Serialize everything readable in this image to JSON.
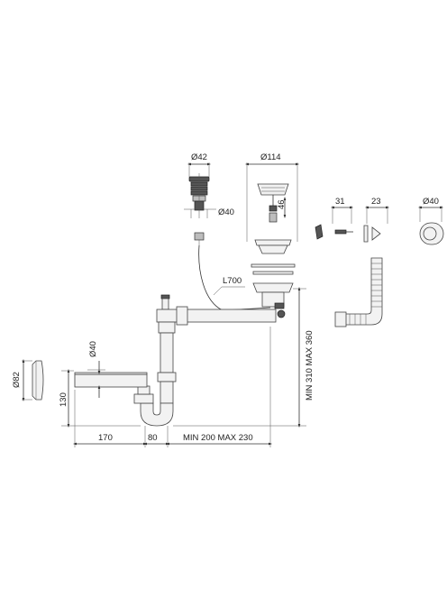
{
  "dimensions": {
    "stopper_top_diameter": "Ø42",
    "stopper_bottom_diameter": "Ø40",
    "basket_diameter": "Ø114",
    "basket_height": "46",
    "overflow_width_a": "31",
    "overflow_width_b": "23",
    "overflow_cap_diameter": "Ø40",
    "cable_length": "L700",
    "trap_height_range": "MIN 310 MAX 360",
    "outlet_pipe_diameter": "Ø40",
    "plug_diameter": "Ø82",
    "outlet_height": "130",
    "outlet_length": "170",
    "trap_offset": "80",
    "horizontal_range": "MIN 200 MAX 230"
  }
}
